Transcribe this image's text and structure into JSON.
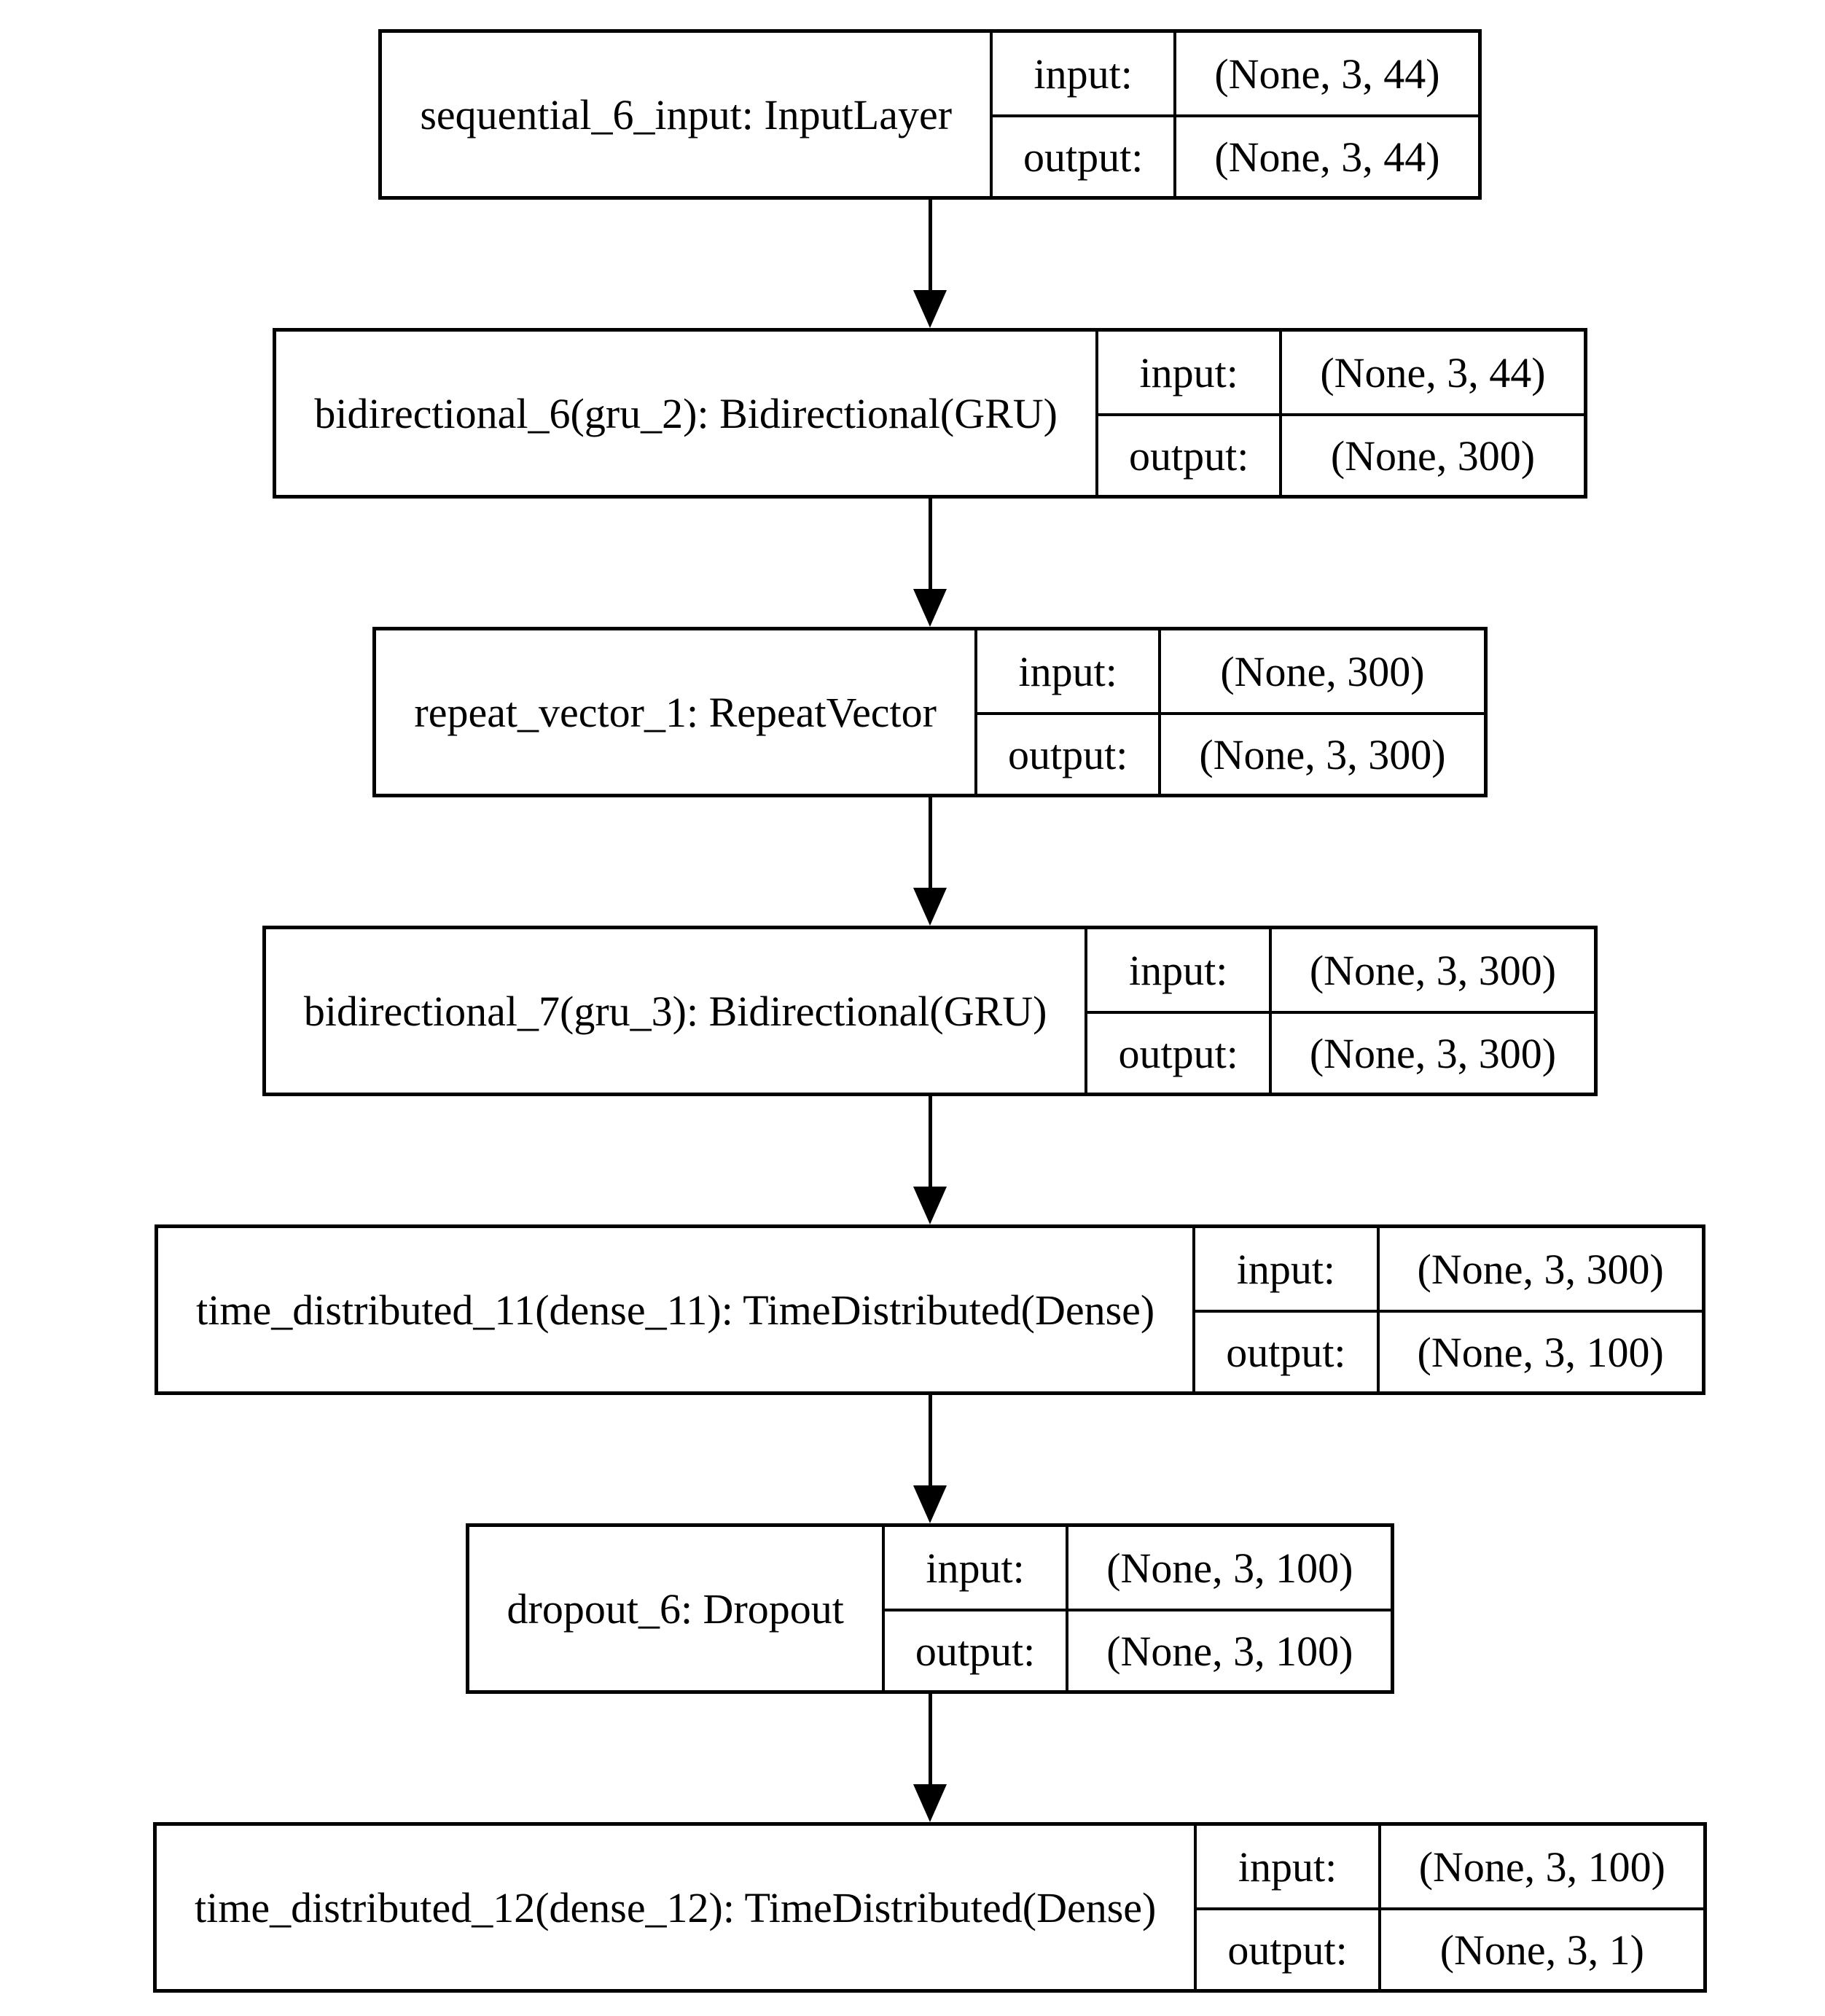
{
  "diagram": {
    "type": "keras-model-architecture",
    "colors": {
      "border": "#000000",
      "background": "#ffffff",
      "text": "#000000"
    },
    "nodes": [
      {
        "name": "sequential_6_input: InputLayer",
        "input_label": "input:",
        "output_label": "output:",
        "input_shape": "(None, 3, 44)",
        "output_shape": "(None, 3, 44)"
      },
      {
        "name": "bidirectional_6(gru_2): Bidirectional(GRU)",
        "input_label": "input:",
        "output_label": "output:",
        "input_shape": "(None, 3, 44)",
        "output_shape": "(None, 300)"
      },
      {
        "name": "repeat_vector_1: RepeatVector",
        "input_label": "input:",
        "output_label": "output:",
        "input_shape": "(None, 300)",
        "output_shape": "(None, 3, 300)"
      },
      {
        "name": "bidirectional_7(gru_3): Bidirectional(GRU)",
        "input_label": "input:",
        "output_label": "output:",
        "input_shape": "(None, 3, 300)",
        "output_shape": "(None, 3, 300)"
      },
      {
        "name": "time_distributed_11(dense_11): TimeDistributed(Dense)",
        "input_label": "input:",
        "output_label": "output:",
        "input_shape": "(None, 3, 300)",
        "output_shape": "(None, 3, 100)"
      },
      {
        "name": "dropout_6: Dropout",
        "input_label": "input:",
        "output_label": "output:",
        "input_shape": "(None, 3, 100)",
        "output_shape": "(None, 3, 100)"
      },
      {
        "name": "time_distributed_12(dense_12): TimeDistributed(Dense)",
        "input_label": "input:",
        "output_label": "output:",
        "input_shape": "(None, 3, 100)",
        "output_shape": "(None, 3, 1)"
      }
    ],
    "edges": [
      {
        "from": 0,
        "to": 1
      },
      {
        "from": 1,
        "to": 2
      },
      {
        "from": 2,
        "to": 3
      },
      {
        "from": 3,
        "to": 4
      },
      {
        "from": 4,
        "to": 5
      },
      {
        "from": 5,
        "to": 6
      }
    ]
  }
}
